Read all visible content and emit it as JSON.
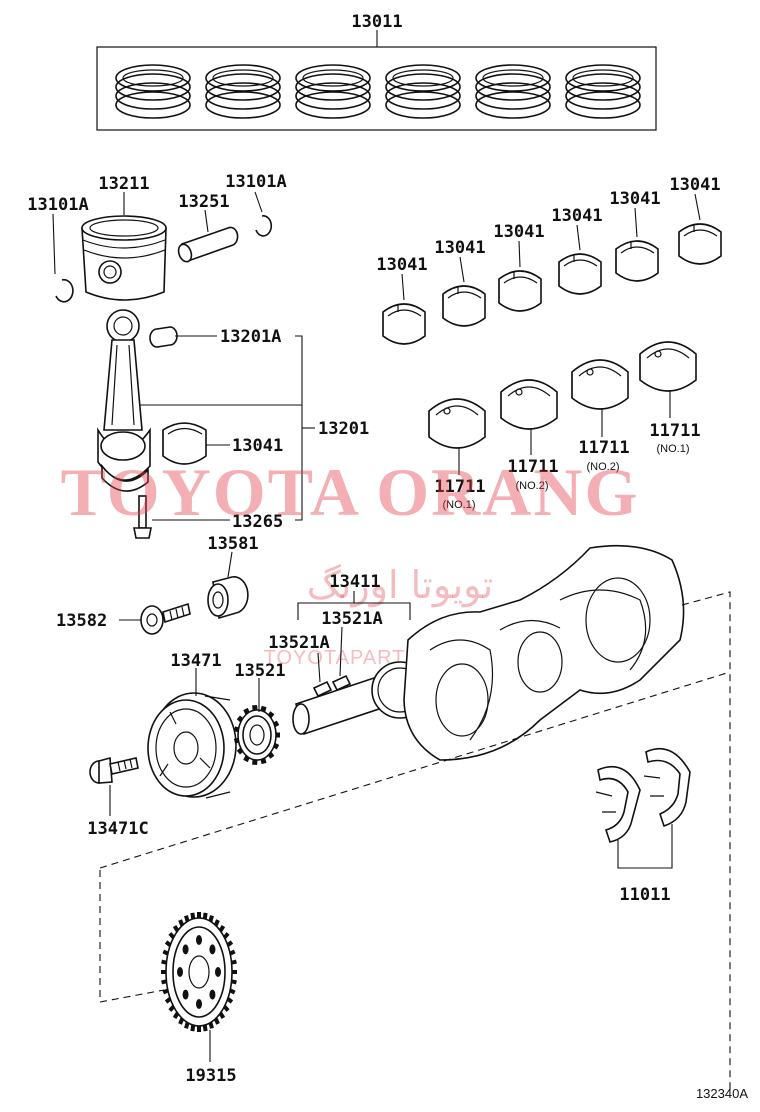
{
  "labels": {
    "piston_ring_set": "13011",
    "piston": "13211",
    "snap_ring_left": "13101A",
    "snap_ring_right": "13101A",
    "piston_pin": "13251",
    "conrod_bushing": "13201A",
    "conrod_assembly": "13201",
    "conrod_bearing": "13041",
    "conrod_bolt": "13265",
    "upper_bearings": [
      "13041",
      "13041",
      "13041",
      "13041",
      "13041",
      "13041"
    ],
    "main_bearing_a": "11711",
    "main_bearing_b": "11711",
    "main_bearing_c": "11711",
    "main_bearing_d": "11711",
    "crank_pulley_washer": "13581",
    "crankshaft": "13411",
    "crank_pulley_bolt": "13582",
    "crank_key_upper": "13521A",
    "crank_key_lower": "13521A",
    "crank_pulley": "13471",
    "crank_timing_gear": "13521",
    "pulley_set_bolt": "13471C",
    "thrust_washer_set": "11011",
    "crank_position_plate": "19315",
    "diagram_ref": "132340A"
  },
  "notes": {
    "no1_a": "(NO.1)",
    "no2_a": "(NO.2)",
    "no2_b": "(NO.2)",
    "no1_b": "(NO.1)"
  },
  "watermark": {
    "brand": "TOYOTA ORANG",
    "arabic": "تویوتا اورنگ",
    "site": "TOYOTAPARTS.IR"
  }
}
